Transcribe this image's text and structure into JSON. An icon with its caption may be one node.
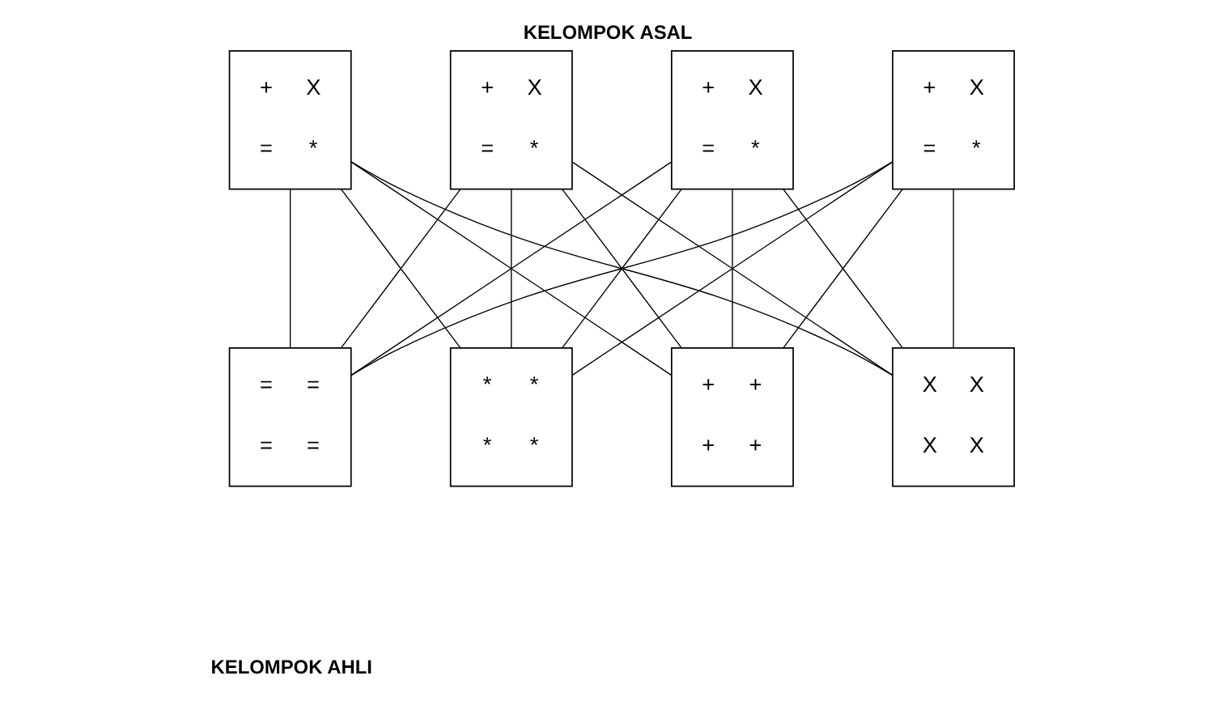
{
  "diagram": {
    "title": "KELOMPOK ASAL",
    "caption": "KELOMPOK AHLI",
    "nodes": [
      {
        "text": [
          "+",
          "X",
          "=",
          "*"
        ]
      },
      {
        "text": [
          "+",
          "X",
          "=",
          "*"
        ]
      },
      {
        "text": [
          "+",
          "X",
          "=",
          "*"
        ]
      },
      {
        "text": [
          "+",
          "X",
          "=",
          "*"
        ]
      },
      {
        "text": [
          "+",
          "+",
          "+",
          "+"
        ]
      },
      {
        "text": [
          "X",
          "X",
          "X",
          "X"
        ]
      },
      {
        "text": [
          "=",
          "=",
          "=",
          "="
        ]
      },
      {
        "text": [
          "*",
          "*",
          "*",
          "*"
        ]
      }
    ],
    "edges": [
      {
        "from": 0,
        "to": 4,
        "arrow": "none"
      },
      {
        "from": 0,
        "to": 5,
        "arrow": "none"
      },
      {
        "from": 0,
        "to": 6,
        "arrow": "none"
      },
      {
        "from": 0,
        "to": 7,
        "arrow": "none"
      },
      {
        "from": 1,
        "to": 4,
        "arrow": "none"
      },
      {
        "from": 1,
        "to": 5,
        "arrow": "none"
      },
      {
        "from": 1,
        "to": 6,
        "arrow": "none"
      },
      {
        "from": 1,
        "to": 7,
        "arrow": "none"
      },
      {
        "from": 2,
        "to": 4,
        "arrow": "none"
      },
      {
        "from": 2,
        "to": 5,
        "arrow": "none"
      },
      {
        "from": 2,
        "to": 6,
        "arrow": "none"
      },
      {
        "from": 2,
        "to": 7,
        "arrow": "none"
      },
      {
        "from": 3,
        "to": 4,
        "arrow": "none"
      },
      {
        "from": 3,
        "to": 5,
        "arrow": "none"
      },
      {
        "from": 3,
        "to": 6,
        "arrow": "none"
      },
      {
        "from": 3,
        "to": 7,
        "arrow": "none"
      }
    ]
  }
}
